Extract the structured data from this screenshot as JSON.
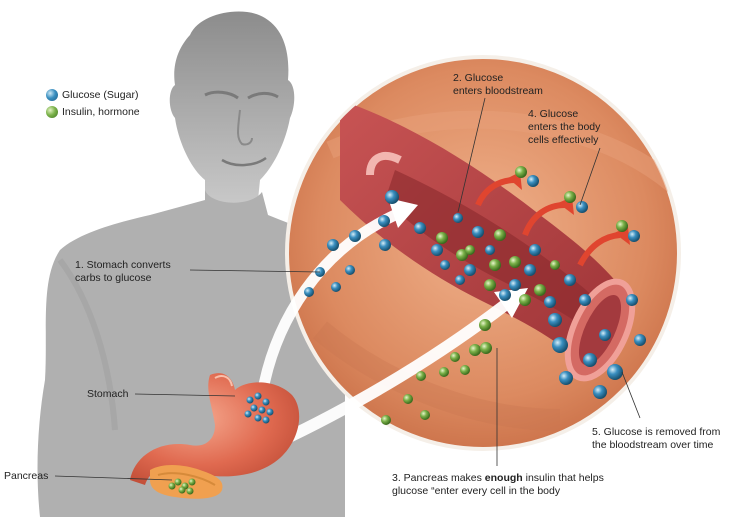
{
  "legend": {
    "glucose": {
      "label": "Glucose (Sugar)",
      "color": "#3a8fc0"
    },
    "insulin": {
      "label": "Insulin, hormone",
      "color": "#7bb24a"
    }
  },
  "labels": {
    "step1_line1": "1. Stomach converts",
    "step1_line2": "carbs to glucose",
    "step2_line1": "2. Glucose",
    "step2_line2": "enters bloodstream",
    "step3_line1_pre": "3. Pancreas makes ",
    "step3_line1_bold": "enough",
    "step3_line1_post": " insulin that helps",
    "step3_line2": "glucose “enter every cell in the body",
    "step4_line1": "4. Glucose",
    "step4_line2": "enters the body",
    "step4_line3": "cells effectively",
    "step5_line1": "5. Glucose is removed from",
    "step5_line2": "the bloodstream over time",
    "stomach": "Stomach",
    "pancreas": "Pancreas"
  },
  "colors": {
    "body_silhouette": "#a9a9a9",
    "circle_bg": "#d98a62",
    "vessel": "#b5464a",
    "stomach": "#e4735a",
    "pancreas": "#f0a050",
    "arrow_red": "#e0452f"
  }
}
